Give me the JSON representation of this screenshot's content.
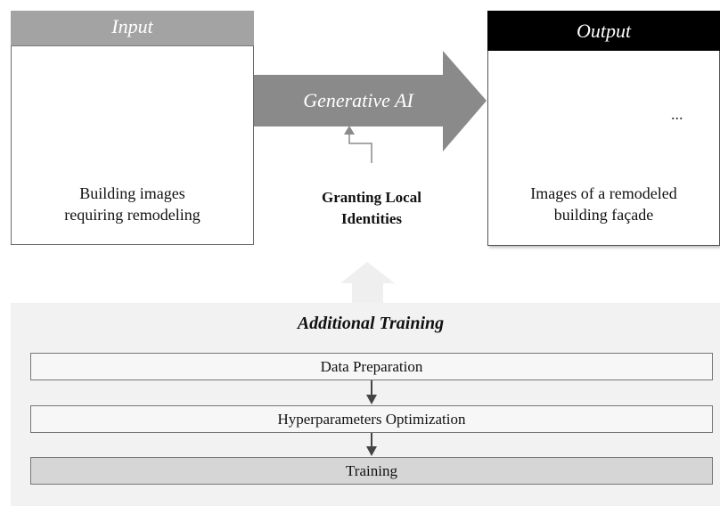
{
  "input": {
    "title": "Input",
    "caption_line1": "Building images",
    "caption_line2": "requiring remodeling",
    "icon": "building-outline-icon"
  },
  "process": {
    "label": "Generative AI",
    "granting_line1": "Granting Local",
    "granting_line2": "Identities"
  },
  "output": {
    "title": "Output",
    "caption_line1": "Images of a remodeled",
    "caption_line2": "building façade",
    "ellipsis": "...",
    "icon": "building-filled-icon"
  },
  "training": {
    "title": "Additional Training",
    "steps": [
      "Data Preparation",
      "Hyperparameters Optimization",
      "Training"
    ]
  },
  "colors": {
    "input_header": "#a3a3a3",
    "output_header": "#000000",
    "arrow": "#8a8a8a",
    "panel_bg": "#f2f2f2",
    "training_step": "#d6d6d6"
  }
}
